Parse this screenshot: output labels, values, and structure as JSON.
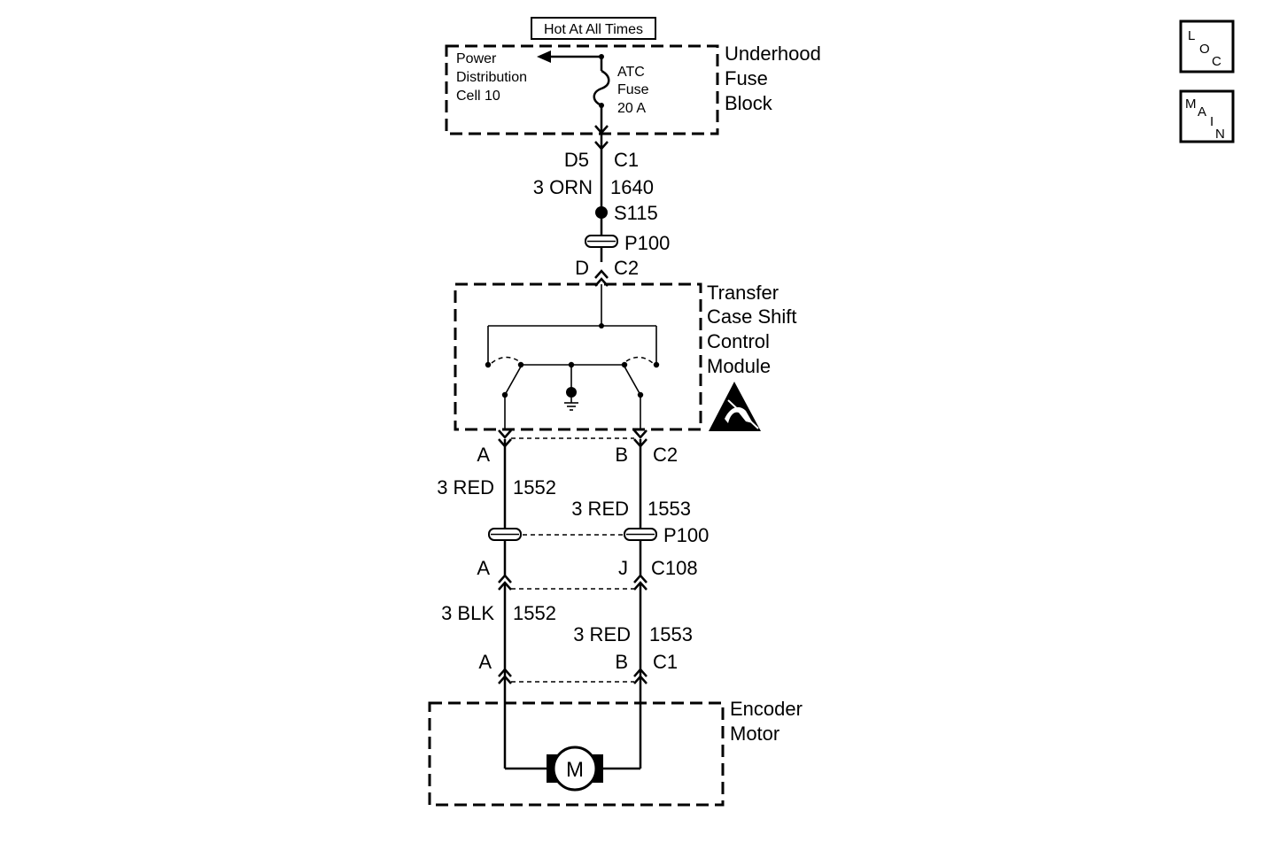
{
  "hot_label": "Hot At All Times",
  "fuse_block": {
    "name": [
      "Underhood",
      "Fuse",
      "Block"
    ],
    "cell": [
      "Power",
      "Distribution",
      "Cell 10"
    ],
    "fuse": [
      "ATC",
      "Fuse",
      "20 A"
    ]
  },
  "wire_1640": {
    "pin_left": "D5",
    "conn_right": "C1",
    "gauge_color": "3 ORN",
    "circuit": "1640",
    "splice": "S115",
    "inline_conn": "P100",
    "pin_d": "D",
    "conn_c2": "C2"
  },
  "tccm": {
    "name": [
      "Transfer",
      "Case Shift",
      "Control",
      "Module"
    ]
  },
  "tccm_conn": {
    "pin_a": "A",
    "pin_b": "B",
    "conn": "C2"
  },
  "upper_wires": {
    "left_gauge": "3 RED",
    "left_circuit": "1552",
    "right_gauge": "3 RED",
    "right_circuit": "1553",
    "inline_conn": "P100"
  },
  "c108": {
    "pin_a": "A",
    "pin_j": "J",
    "conn": "C108"
  },
  "lower_wires": {
    "left_gauge": "3 BLK",
    "left_circuit": "1552",
    "right_gauge": "3 RED",
    "right_circuit": "1553"
  },
  "motor_conn": {
    "pin_a": "A",
    "pin_b": "B",
    "conn": "C1"
  },
  "motor": {
    "name": [
      "Encoder",
      "Motor"
    ],
    "symbol": "M"
  },
  "nav": {
    "loc": [
      "L",
      "O",
      "C"
    ],
    "main": [
      "M",
      "A",
      "I",
      "N"
    ]
  }
}
